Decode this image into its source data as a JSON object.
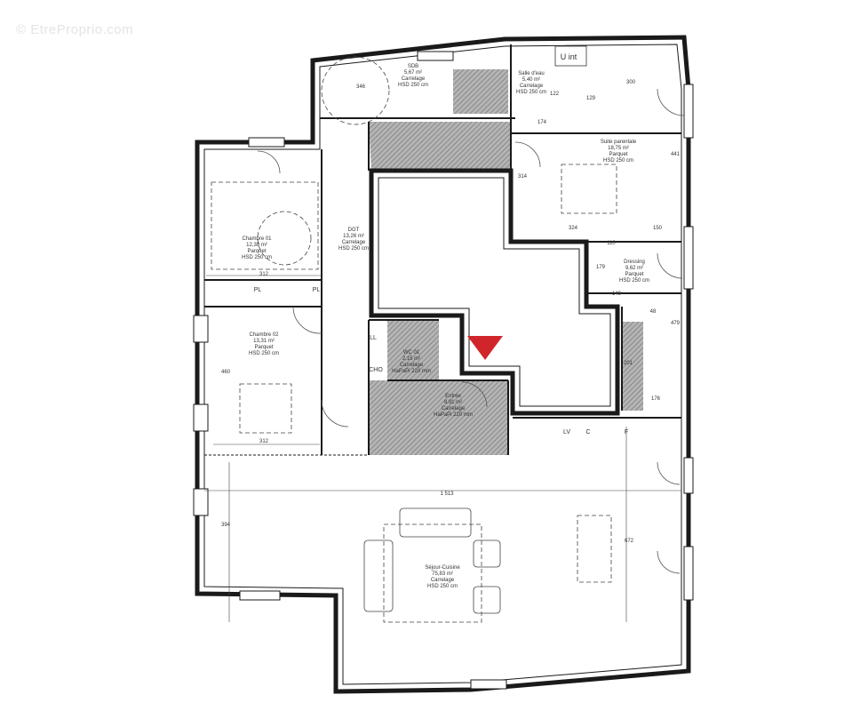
{
  "watermark": "© EtreProprio.com",
  "colors": {
    "wall": "#1a1a1a",
    "wet_area_hatch": "#9a9a9a",
    "entry_marker": "#d0262b"
  },
  "rooms": [
    {
      "name": "SDB",
      "area": "5,67 m²",
      "floor": "Carrelage",
      "height": "HSD 250 cm"
    },
    {
      "name": "Salle d'eau",
      "area": "5,40 m²",
      "floor": "Carrelage",
      "height": "HSD 250 cm"
    },
    {
      "name": "Suite parentale",
      "area": "18,75 m²",
      "floor": "Parquet",
      "height": "HSD 250 cm"
    },
    {
      "name": "DGT",
      "area": "13,26 m²",
      "floor": "Carrelage",
      "height": "HSD 250 cm"
    },
    {
      "name": "Chambre 01",
      "area": "12,38 m²",
      "floor": "Parquet",
      "height": "HSD 250 cm"
    },
    {
      "name": "Chambre 02",
      "area": "13,31 m²",
      "floor": "Parquet",
      "height": "HSD 250 cm"
    },
    {
      "name": "WC 01",
      "area": "2,15 m²",
      "floor": "Carrelage",
      "height": "HaPaPi 220 mm"
    },
    {
      "name": "Entrée",
      "area": "8,91 m²",
      "floor": "Carrelage",
      "height": "HaPaPi 220 mm"
    },
    {
      "name": "Dressing",
      "area": "9,62 m²",
      "floor": "Parquet",
      "height": "HSD 250 cm"
    },
    {
      "name": "Séjour-Cuisine",
      "area": "75,83 m²",
      "floor": "Carrelage",
      "height": "HSD 250 cm"
    }
  ],
  "fixtures": {
    "u_int": "U int",
    "pl1": "PL",
    "pl2": "PL",
    "ll": "LL",
    "cho": "CHO",
    "lv": "LV",
    "c": "C",
    "f": "F"
  },
  "dimensions": {
    "d300": "300",
    "d441": "441",
    "d314": "314",
    "d324": "324",
    "d150": "150",
    "d110": "110",
    "d179": "179",
    "d149": "149",
    "d48": "48",
    "d479": "479",
    "d176": "176",
    "d201": "201",
    "d312a": "312",
    "d312b": "312",
    "d460": "460",
    "d1513": "1 513",
    "d672": "672",
    "d394": "394",
    "d346": "346",
    "d174": "174",
    "d129": "129",
    "d122": "122"
  }
}
